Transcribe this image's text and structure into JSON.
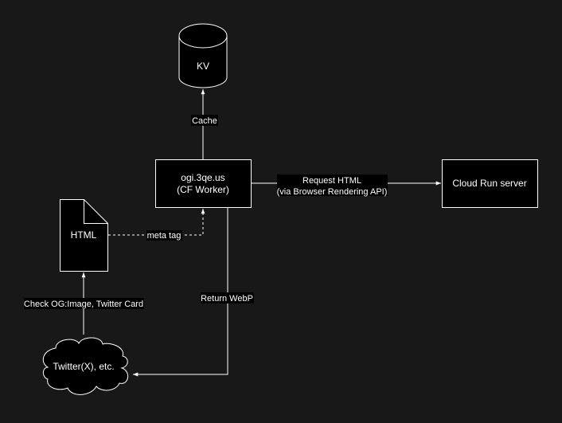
{
  "colors": {
    "background": "#181818",
    "shape_fill": "#000000",
    "stroke": "#ffffff",
    "text": "#ffffff"
  },
  "nodes": {
    "kv": {
      "label": "KV",
      "shape": "cylinder"
    },
    "worker": {
      "line1": "ogi.3qe.us",
      "line2": "(CF Worker)",
      "shape": "rectangle"
    },
    "cloud_run": {
      "label": "Cloud Run server",
      "shape": "rectangle"
    },
    "html": {
      "label": "HTML",
      "shape": "document"
    },
    "twitter": {
      "label": "Twitter(X), etc.",
      "shape": "cloud"
    }
  },
  "edges": {
    "cache": {
      "label": "Cache",
      "from": "worker",
      "to": "kv"
    },
    "request": {
      "line1": "Request HTML",
      "line2": "(via Browser Rendering API)",
      "from": "worker",
      "to": "cloud_run"
    },
    "meta_tag": {
      "label": "meta tag",
      "from": "html",
      "to": "worker",
      "style": "dashed"
    },
    "check_og": {
      "label": "Check OG:Image, Twitter Card",
      "from": "twitter",
      "to": "html"
    },
    "return_webp": {
      "label": "Return WebP",
      "from": "worker",
      "to": "twitter"
    }
  }
}
